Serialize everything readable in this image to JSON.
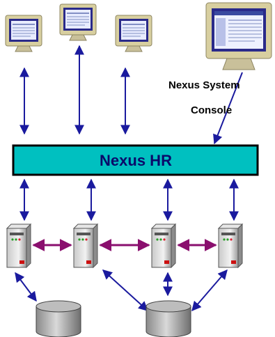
{
  "hub": {
    "label": "Nexus HR",
    "fill": "#00c0c0"
  },
  "console": {
    "line1": "Nexus System",
    "line2": "Console"
  },
  "colors": {
    "link": "#1a1a9e",
    "server_link": "#8a0f6e",
    "monitor_body": "#d8cfa0"
  },
  "nodes": {
    "clients": [
      "monitor-icon",
      "monitor-icon",
      "monitor-icon"
    ],
    "console_monitor": "monitor-icon",
    "servers": [
      "server-icon",
      "server-icon",
      "server-icon",
      "server-icon"
    ],
    "databases": [
      "database-icon",
      "database-icon"
    ]
  }
}
